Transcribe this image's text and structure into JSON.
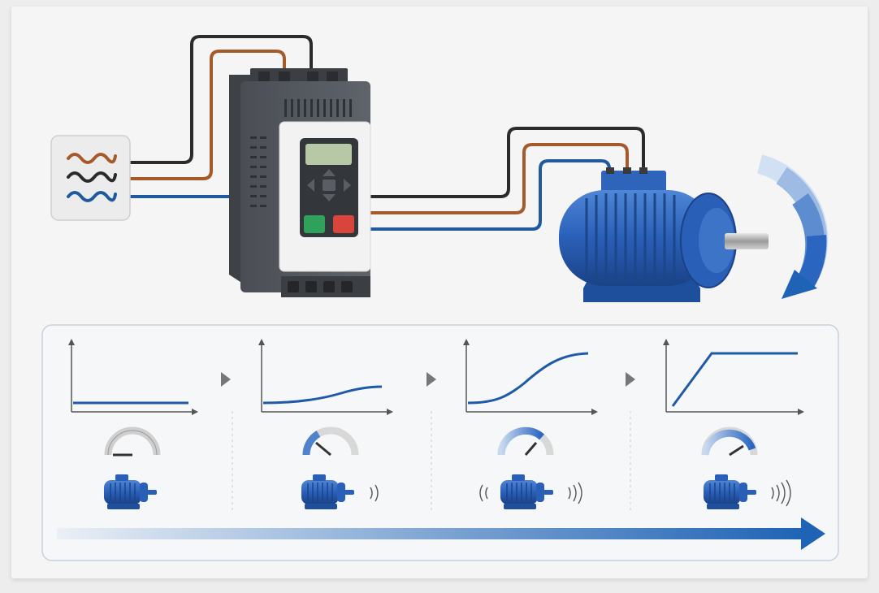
{
  "colors": {
    "wire_black": "#2b2b2b",
    "wire_brown": "#a55a2a",
    "wire_blue": "#1f5a9e",
    "motor_blue": "#2a5fb8",
    "accent_blue": "#1e63b5",
    "start_green": "#2fa15a",
    "stop_red": "#d9443c"
  },
  "diagram": {
    "components": [
      "ac-power-source-icon",
      "soft-starter-device",
      "three-phase-motor",
      "rotation-arrow-icon"
    ],
    "stages": [
      {
        "curve": "flat",
        "gauge_level": 0.0,
        "vibration": "none"
      },
      {
        "curve": "gentle-rise",
        "gauge_level": 0.25,
        "vibration": "low"
      },
      {
        "curve": "s-curve",
        "gauge_level": 0.65,
        "vibration": "medium"
      },
      {
        "curve": "ramp-to-full",
        "gauge_level": 0.85,
        "vibration": "high"
      }
    ]
  }
}
